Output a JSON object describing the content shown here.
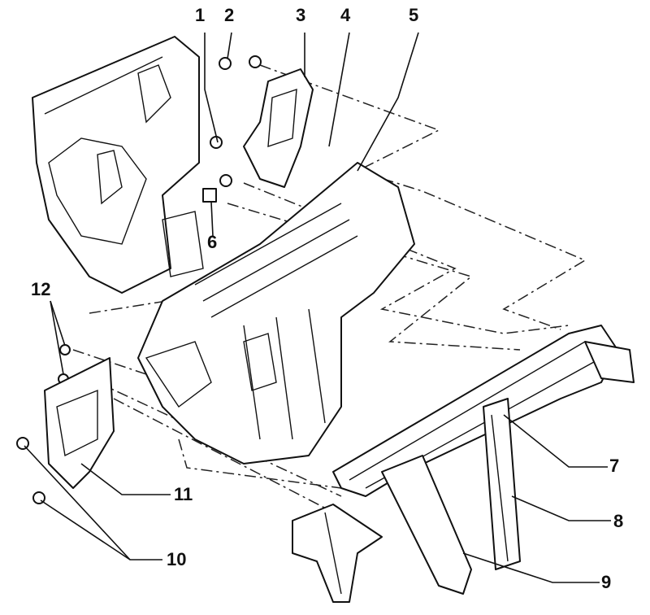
{
  "diagram": {
    "type": "exploded-parts-view",
    "callouts": [
      "1",
      "2",
      "3",
      "4",
      "5",
      "6",
      "7",
      "8",
      "9",
      "10",
      "11",
      "12"
    ]
  }
}
